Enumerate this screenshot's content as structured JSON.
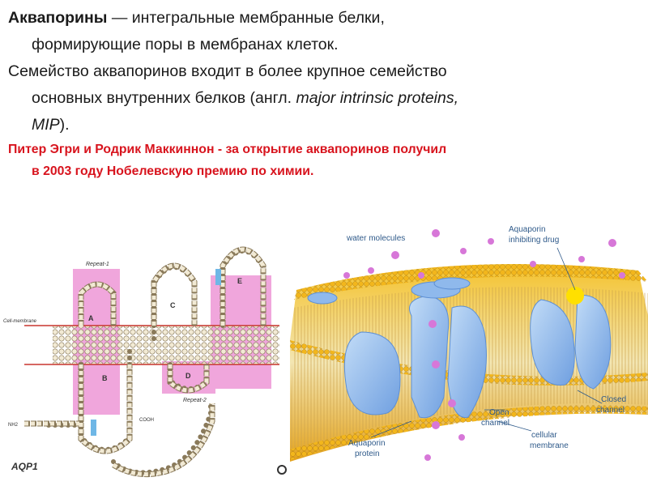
{
  "para1": {
    "term": "Аквапорины",
    "line1_rest": " — интегральные мембранные белки,",
    "line2": "формирующие поры в мембранах клеток."
  },
  "para2": {
    "line1": "Семейство аквапоринов входит в более крупное семейство",
    "line2_pre": "основных внутренних белков (англ.  ",
    "line2_ital": "major intrinsic proteins,",
    "line3_ital": "MIP",
    "line3_post": ")."
  },
  "para3": {
    "line1": "Питер Эгри  и Родрик Маккиннон - за открытие аквапоринов получил",
    "line2": "в 2003 году Нобелевскую премию по химии."
  },
  "left_figure": {
    "repeat1": "Repeat-1",
    "repeat2": "Repeat-2",
    "membrane": "Cell-membrane",
    "loops": [
      "A",
      "B",
      "C",
      "D",
      "E"
    ],
    "nh2": "NH2",
    "cooh": "COOH",
    "caption": "AQP1",
    "colors": {
      "pink": "#f0a6dc",
      "pink_dark": "#d67cc4",
      "bead": "#f2ead4",
      "bead_stroke": "#8a7a5a",
      "membrane": "#c8352e",
      "highlight": "#6fb7e6"
    }
  },
  "right_figure": {
    "water_molecules": "water molecules",
    "drug_line1": "Aquaporin",
    "drug_line2": "inhibiting drug",
    "open_line1": "Open",
    "open_line2": "channel",
    "membrane_line1": "cellular",
    "membrane_line2": "membrane",
    "protein_line1": "Aquaporin",
    "protein_line2": "protein",
    "closed_line1": "Closed",
    "closed_line2": "channel",
    "colors": {
      "protein": "#8fb9ec",
      "protein_dark": "#5d8fd4",
      "lipid_head": "#f2b61c",
      "lipid_tail": "#e8d7a0",
      "water": "#d777d8",
      "drug": "#ffe000",
      "label": "#2f5a8a"
    }
  }
}
